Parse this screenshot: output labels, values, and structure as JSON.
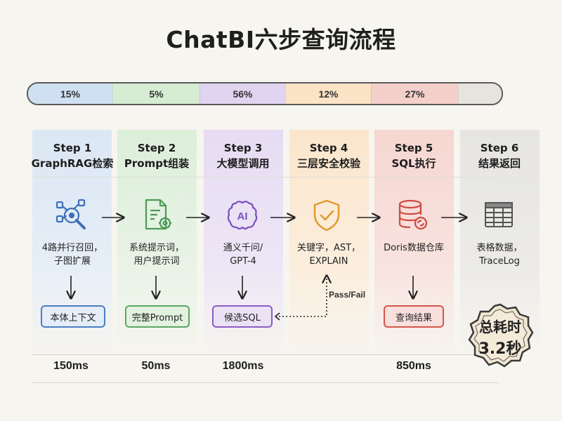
{
  "title": "ChatBI六步查询流程",
  "colors": {
    "blue": "#4a7fc4",
    "green": "#5aa861",
    "purple": "#8a5cc4",
    "orange": "#e3a23c",
    "red": "#d4564a",
    "gray": "#6a6a6a"
  },
  "progress": [
    {
      "label": "15%",
      "value": 15,
      "color": "#cfe0f2"
    },
    {
      "label": "5%",
      "value": 5,
      "color": "#d6ecd3"
    },
    {
      "label": "56%",
      "value": 56,
      "color": "#e0d4f0"
    },
    {
      "label": "12%",
      "value": 12,
      "color": "#fbe3c6"
    },
    {
      "label": "27%",
      "value": 27,
      "color": "#f5d0cb"
    },
    {
      "label": "",
      "value": 0,
      "color": "#e6e4df"
    }
  ],
  "steps": [
    {
      "num": "Step 1",
      "name": "GraphRAG检索",
      "icon": "graph-search-icon",
      "desc1": "4路并行召回，",
      "desc2": "子图扩展",
      "output": "本体上下文",
      "time": "150ms"
    },
    {
      "num": "Step 2",
      "name": "Prompt组装",
      "icon": "document-gear-icon",
      "desc1": "系统提示词，",
      "desc2": "用户提示词",
      "output": "完整Prompt",
      "time": "50ms"
    },
    {
      "num": "Step 3",
      "name": "大模型调用",
      "icon": "ai-chip-icon",
      "desc1": "通义千问/",
      "desc2": "GPT-4",
      "output": "候选SQL",
      "time": "1800ms"
    },
    {
      "num": "Step 4",
      "name": "三层安全校验",
      "icon": "shield-check-icon",
      "desc1": "关键字，AST，",
      "desc2": "EXPLAIN",
      "output": "",
      "time": ""
    },
    {
      "num": "Step 5",
      "name": "SQL执行",
      "icon": "database-icon",
      "desc1": "Doris数据仓库",
      "desc2": "",
      "output": "查询结果",
      "time": "850ms"
    },
    {
      "num": "Step 6",
      "name": "结果返回",
      "icon": "table-icon",
      "desc1": "表格数据，",
      "desc2": "TraceLog",
      "output": "",
      "time": ""
    }
  ],
  "pass_fail": "Pass/Fail",
  "total": {
    "line1": "总耗时",
    "line2": "3.2秒"
  }
}
